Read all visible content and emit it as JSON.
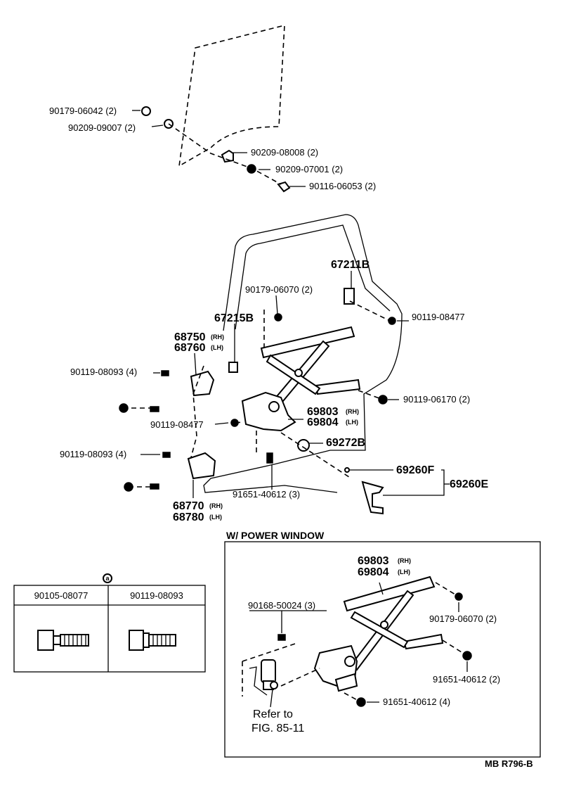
{
  "upper_glass": {
    "labels": {
      "p1": "90179-06042 (2)",
      "p2": "90209-09007 (2)",
      "p3": "90209-08008 (2)",
      "p4": "90209-07001 (2)",
      "p5": "90116-06053 (2)"
    }
  },
  "main_regulator": {
    "labels": {
      "p67211b": "67211B",
      "p90179_06070": "90179-06070 (2)",
      "p90119_08477_a": "90119-08477",
      "p67215b": "67215B",
      "p68750": "68750",
      "p68750_side": "(RH)",
      "p68760": "68760",
      "p68760_side": "(LH)",
      "p90119_08093_a": "90119-08093 (4)",
      "p90119_06170": "90119-06170 (2)",
      "p69803": "69803",
      "p69803_side": "(RH)",
      "p69804": "69804",
      "p69804_side": "(LH)",
      "p90119_08477_b": "90119-08477",
      "p69272b": "69272B",
      "p90119_08093_b": "90119-08093 (4)",
      "p69260f": "69260F",
      "p69260e": "69260E",
      "p91651_40612_3": "91651-40612 (3)",
      "p68770": "68770",
      "p68770_side": "(RH)",
      "p68780": "68780",
      "p68780_side": "(LH)"
    }
  },
  "bolt_table": {
    "marker": "a",
    "headers": [
      "90105-08077",
      "90119-08093"
    ]
  },
  "power_window": {
    "title": "W/ POWER  WINDOW",
    "labels": {
      "p69803": "69803",
      "p69803_side": "(RH)",
      "p69804": "69804",
      "p69804_side": "(LH)",
      "p90168": "90168-50024 (3)",
      "p90179": "90179-06070 (2)",
      "p91651_2": "91651-40612 (2)",
      "p91651_4": "91651-40612 (4)",
      "refer_line1": "Refer to",
      "refer_line2": "FIG. 85-11"
    }
  },
  "footer_code": "MB R796-B"
}
